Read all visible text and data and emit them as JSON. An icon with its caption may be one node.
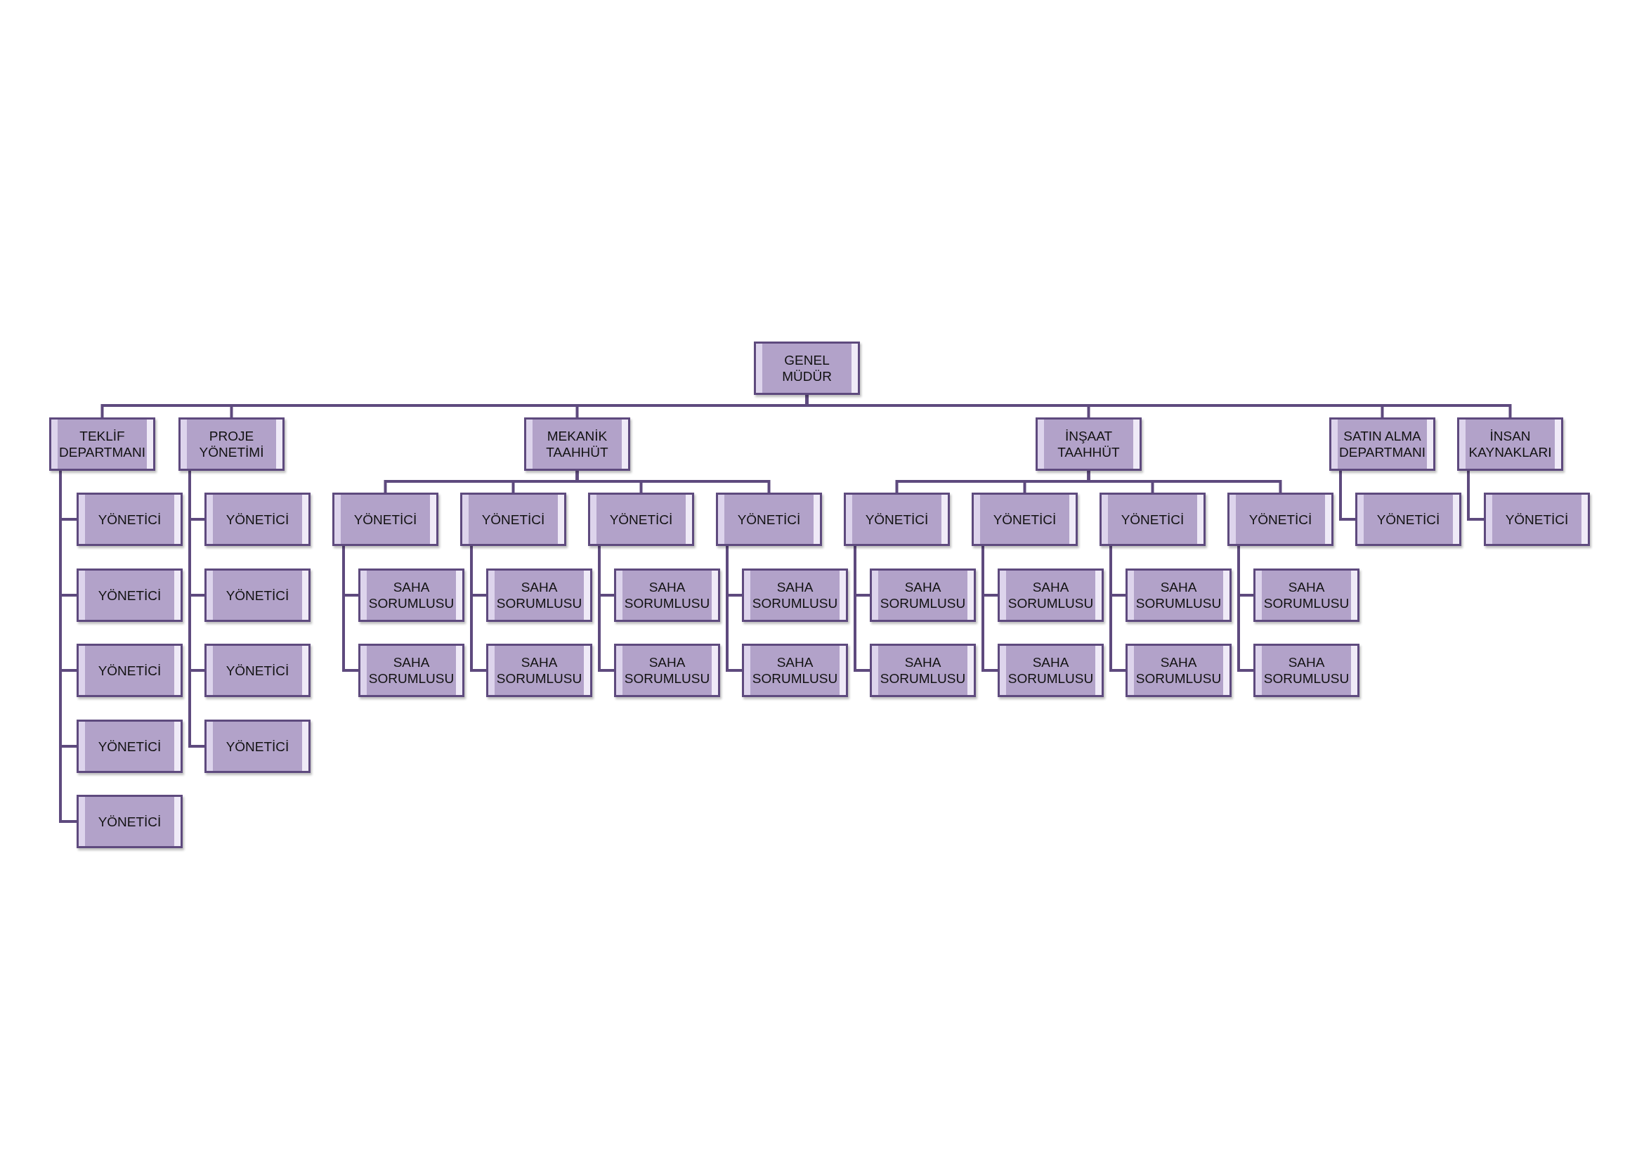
{
  "diagram": {
    "nodes": [
      {
        "text": [
          "GENEL MÜDÜR"
        ]
      },
      {
        "text": [
          "TEKLİF DEPARTMANI"
        ]
      },
      {
        "text": [
          "PROJE YÖNETİMİ"
        ]
      },
      {
        "text": [
          "MEKANİK TAAHHÜT"
        ]
      },
      {
        "text": [
          "İNŞAAT TAAHHÜT"
        ]
      },
      {
        "text": [
          "SATIN ALMA DEPARTMANI"
        ]
      },
      {
        "text": [
          "İNSAN KAYNAKLARI"
        ]
      },
      {
        "text": [
          "YÖNETİCİ"
        ]
      },
      {
        "text": [
          "YÖNETİCİ"
        ]
      },
      {
        "text": [
          "YÖNETİCİ"
        ]
      },
      {
        "text": [
          "YÖNETİCİ"
        ]
      },
      {
        "text": [
          "YÖNETİCİ"
        ]
      },
      {
        "text": [
          "YÖNETİCİ"
        ]
      },
      {
        "text": [
          "YÖNETİCİ"
        ]
      },
      {
        "text": [
          "YÖNETİCİ"
        ]
      },
      {
        "text": [
          "YÖNETİCİ"
        ]
      },
      {
        "text": [
          "YÖNETİCİ"
        ]
      },
      {
        "text": [
          "SAHA SORUMLUSU"
        ]
      },
      {
        "text": [
          "SAHA SORUMLUSU"
        ]
      },
      {
        "text": [
          "YÖNETİCİ"
        ]
      },
      {
        "text": [
          "SAHA SORUMLUSU"
        ]
      },
      {
        "text": [
          "SAHA SORUMLUSU"
        ]
      },
      {
        "text": [
          "YÖNETİCİ"
        ]
      },
      {
        "text": [
          "SAHA SORUMLUSU"
        ]
      },
      {
        "text": [
          "SAHA SORUMLUSU"
        ]
      },
      {
        "text": [
          "YÖNETİCİ"
        ]
      },
      {
        "text": [
          "SAHA SORUMLUSU"
        ]
      },
      {
        "text": [
          "SAHA SORUMLUSU"
        ]
      },
      {
        "text": [
          "YÖNETİCİ"
        ]
      },
      {
        "text": [
          "SAHA SORUMLUSU"
        ]
      },
      {
        "text": [
          "SAHA SORUMLUSU"
        ]
      },
      {
        "text": [
          "YÖNETİCİ"
        ]
      },
      {
        "text": [
          "SAHA SORUMLUSU"
        ]
      },
      {
        "text": [
          "SAHA SORUMLUSU"
        ]
      },
      {
        "text": [
          "YÖNETİCİ"
        ]
      },
      {
        "text": [
          "SAHA SORUMLUSU"
        ]
      },
      {
        "text": [
          "SAHA SORUMLUSU"
        ]
      },
      {
        "text": [
          "YÖNETİCİ"
        ]
      },
      {
        "text": [
          "SAHA SORUMLUSU"
        ]
      },
      {
        "text": [
          "SAHA SORUMLUSU"
        ]
      },
      {
        "text": [
          "YÖNETİCİ"
        ]
      },
      {
        "text": [
          "YÖNETİCİ"
        ]
      }
    ],
    "edges": [
      {
        "from": 0,
        "to": 1,
        "arrow": "none"
      },
      {
        "from": 0,
        "to": 2,
        "arrow": "none"
      },
      {
        "from": 0,
        "to": 3,
        "arrow": "none"
      },
      {
        "from": 0,
        "to": 4,
        "arrow": "none"
      },
      {
        "from": 0,
        "to": 5,
        "arrow": "none"
      },
      {
        "from": 0,
        "to": 6,
        "arrow": "none"
      },
      {
        "from": 1,
        "to": 7,
        "arrow": "none"
      },
      {
        "from": 1,
        "to": 8,
        "arrow": "none"
      },
      {
        "from": 1,
        "to": 9,
        "arrow": "none"
      },
      {
        "from": 1,
        "to": 10,
        "arrow": "none"
      },
      {
        "from": 1,
        "to": 11,
        "arrow": "none"
      },
      {
        "from": 2,
        "to": 12,
        "arrow": "none"
      },
      {
        "from": 2,
        "to": 13,
        "arrow": "none"
      },
      {
        "from": 2,
        "to": 14,
        "arrow": "none"
      },
      {
        "from": 2,
        "to": 15,
        "arrow": "none"
      },
      {
        "from": 3,
        "to": 16,
        "arrow": "none"
      },
      {
        "from": 16,
        "to": 17,
        "arrow": "none"
      },
      {
        "from": 16,
        "to": 18,
        "arrow": "none"
      },
      {
        "from": 3,
        "to": 19,
        "arrow": "none"
      },
      {
        "from": 19,
        "to": 20,
        "arrow": "none"
      },
      {
        "from": 19,
        "to": 21,
        "arrow": "none"
      },
      {
        "from": 3,
        "to": 22,
        "arrow": "none"
      },
      {
        "from": 22,
        "to": 23,
        "arrow": "none"
      },
      {
        "from": 22,
        "to": 24,
        "arrow": "none"
      },
      {
        "from": 3,
        "to": 25,
        "arrow": "none"
      },
      {
        "from": 25,
        "to": 26,
        "arrow": "none"
      },
      {
        "from": 25,
        "to": 27,
        "arrow": "none"
      },
      {
        "from": 4,
        "to": 28,
        "arrow": "none"
      },
      {
        "from": 28,
        "to": 29,
        "arrow": "none"
      },
      {
        "from": 28,
        "to": 30,
        "arrow": "none"
      },
      {
        "from": 4,
        "to": 31,
        "arrow": "none"
      },
      {
        "from": 31,
        "to": 32,
        "arrow": "none"
      },
      {
        "from": 31,
        "to": 33,
        "arrow": "none"
      },
      {
        "from": 4,
        "to": 34,
        "arrow": "none"
      },
      {
        "from": 34,
        "to": 35,
        "arrow": "none"
      },
      {
        "from": 34,
        "to": 36,
        "arrow": "none"
      },
      {
        "from": 4,
        "to": 37,
        "arrow": "none"
      },
      {
        "from": 37,
        "to": 38,
        "arrow": "none"
      },
      {
        "from": 37,
        "to": 39,
        "arrow": "none"
      },
      {
        "from": 5,
        "to": 40,
        "arrow": "none"
      },
      {
        "from": 6,
        "to": 41,
        "arrow": "none"
      }
    ]
  }
}
